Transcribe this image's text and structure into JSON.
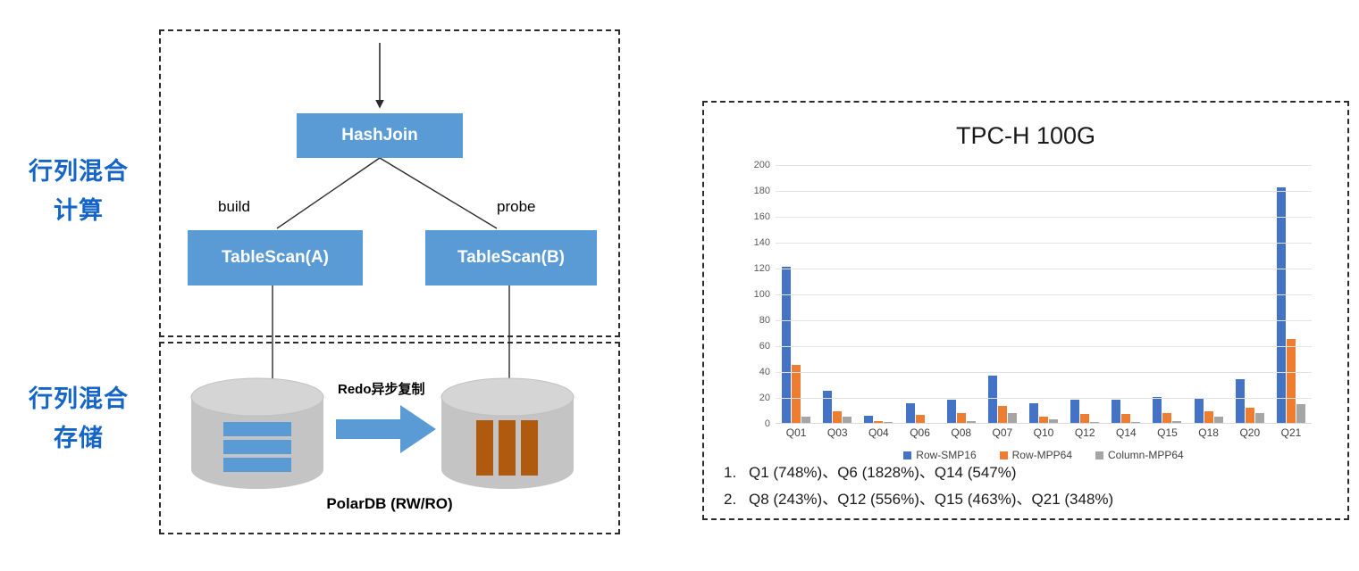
{
  "left_diagram": {
    "compute_label": {
      "line1": "行列混合",
      "line2": "计算"
    },
    "storage_label": {
      "line1": "行列混合",
      "line2": "存储"
    },
    "nodes": {
      "hashjoin": "HashJoin",
      "tablescan_a": "TableScan(A)",
      "tablescan_b": "TableScan(B)"
    },
    "edge_labels": {
      "build": "build",
      "probe": "probe"
    },
    "replication_label": "Redo异步复制",
    "storage_caption": "PolarDB (RW/RO)",
    "colors": {
      "node_blue": "#5B9BD5",
      "label_blue": "#1565C8",
      "cylinder_grey": "#C9C9C9",
      "row_blue": "#5B9BD5",
      "column_brown": "#B05A10",
      "arrow_blue": "#5B9BD5"
    }
  },
  "chart_panel": {
    "notes": [
      {
        "num": "1.",
        "text": "Q1 (748%)、Q6 (1828%)、Q14 (547%)"
      },
      {
        "num": "2.",
        "text": "Q8 (243%)、Q12 (556%)、Q15 (463%)、Q21 (348%)"
      }
    ]
  },
  "chart_data": {
    "type": "bar",
    "title": "TPC-H 100G",
    "xlabel": "",
    "ylabel": "",
    "ylim": [
      0,
      200
    ],
    "yticks": [
      0,
      20,
      40,
      60,
      80,
      100,
      120,
      140,
      160,
      180,
      200
    ],
    "grid": true,
    "legend_position": "bottom",
    "categories": [
      "Q01",
      "Q03",
      "Q04",
      "Q06",
      "Q08",
      "Q07",
      "Q10",
      "Q12",
      "Q14",
      "Q15",
      "Q18",
      "Q20",
      "Q21"
    ],
    "series": [
      {
        "name": "Row-SMP16",
        "color": "#4472C4",
        "values": [
          121,
          25,
          5.5,
          15,
          18,
          36.5,
          15,
          18,
          18,
          20,
          19,
          34,
          182
        ]
      },
      {
        "name": "Row-MPP64",
        "color": "#ED7D31",
        "values": [
          44.5,
          9,
          1.5,
          6,
          7.5,
          13,
          5,
          7,
          7,
          7.5,
          9,
          12,
          64.5
        ]
      },
      {
        "name": "Column-MPP64",
        "color": "#A5A5A5",
        "values": [
          4.5,
          4.5,
          0.6,
          0,
          1.3,
          7.5,
          3,
          0.6,
          0.6,
          1.3,
          5,
          7.5,
          14.5
        ]
      }
    ]
  }
}
